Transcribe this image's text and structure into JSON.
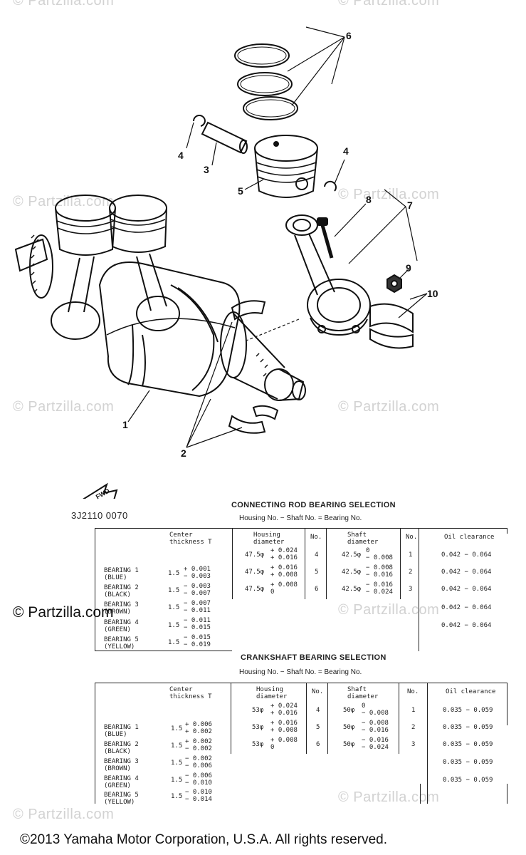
{
  "watermarks": {
    "text": "© Partzilla.com",
    "main_text": "© Partzilla.com"
  },
  "callouts": {
    "c1": "1",
    "c2": "2",
    "c3": "3",
    "c4a": "4",
    "c4b": "4",
    "c5": "5",
    "c6": "6",
    "c7": "7",
    "c8": "8",
    "c9": "9",
    "c10": "10"
  },
  "fwd_label": "FWD",
  "diagram_code": "3J2110 0070",
  "rod_table": {
    "title": "CONNECTING ROD BEARING SELECTION",
    "subtitle": "Housing No. − Shaft No. = Bearing No.",
    "headers": {
      "center": "Center\nthickness T",
      "housing": "Housing\ndiameter",
      "no1": "No.",
      "shaft": "Shaft\ndiameter",
      "no2": "No.",
      "oil": "Oil clearance"
    },
    "housing_rows": [
      {
        "dia": "47.5φ",
        "tol": "+ 0.024\n+ 0.016",
        "no": "4"
      },
      {
        "dia": "47.5φ",
        "tol": "+ 0.016\n+ 0.008",
        "no": "5"
      },
      {
        "dia": "47.5φ",
        "tol": "+ 0.008\n0",
        "no": "6"
      }
    ],
    "shaft_rows": [
      {
        "dia": "42.5φ",
        "tol": "0\n− 0.008",
        "no": "1"
      },
      {
        "dia": "42.5φ",
        "tol": "− 0.008\n− 0.016",
        "no": "2"
      },
      {
        "dia": "42.5φ",
        "tol": "− 0.016\n− 0.024",
        "no": "3"
      }
    ],
    "bearings": [
      {
        "name": "BEARING 1\n(BLUE)",
        "t": "1.5",
        "tol": "+ 0.001\n− 0.003"
      },
      {
        "name": "BEARING 2\n(BLACK)",
        "t": "1.5",
        "tol": "− 0.003\n− 0.007"
      },
      {
        "name": "BEARING 3\n(BROWN)",
        "t": "1.5",
        "tol": "− 0.007\n− 0.011"
      },
      {
        "name": "BEARING 4\n(GREEN)",
        "t": "1.5",
        "tol": "− 0.011\n− 0.015"
      },
      {
        "name": "BEARING 5\n(YELLOW)",
        "t": "1.5",
        "tol": "− 0.015\n− 0.019"
      }
    ],
    "oil": [
      "0.042 − 0.064",
      "0.042 − 0.064",
      "0.042 − 0.064",
      "0.042 − 0.064",
      "0.042 − 0.064"
    ]
  },
  "crank_table": {
    "title": "CRANKSHAFT BEARING SELECTION",
    "subtitle": "Housing No. − Shaft No. = Bearing No.",
    "headers": {
      "center": "Center\nthickness T",
      "housing": "Housing\ndiameter",
      "no1": "No.",
      "shaft": "Shaft\ndiameter",
      "no2": "No.",
      "oil": "Oil clearance"
    },
    "housing_rows": [
      {
        "dia": "53φ",
        "tol": "+ 0.024\n+ 0.016",
        "no": "4"
      },
      {
        "dia": "53φ",
        "tol": "+ 0.016\n+ 0.008",
        "no": "5"
      },
      {
        "dia": "53φ",
        "tol": "+ 0.008\n0",
        "no": "6"
      }
    ],
    "shaft_rows": [
      {
        "dia": "50φ",
        "tol": "0\n− 0.008",
        "no": "1"
      },
      {
        "dia": "50φ",
        "tol": "− 0.008\n− 0.016",
        "no": "2"
      },
      {
        "dia": "50φ",
        "tol": "− 0.016\n− 0.024",
        "no": "3"
      }
    ],
    "bearings": [
      {
        "name": "BEARING 1\n(BLUE)",
        "t": "1.5",
        "tol": "+ 0.006\n+ 0.002"
      },
      {
        "name": "BEARING 2\n(BLACK)",
        "t": "1.5",
        "tol": "+ 0.002\n− 0.002"
      },
      {
        "name": "BEARING 3\n(BROWN)",
        "t": "1.5",
        "tol": "− 0.002\n− 0.006"
      },
      {
        "name": "BEARING 4\n(GREEN)",
        "t": "1.5",
        "tol": "− 0.006\n− 0.010"
      },
      {
        "name": "BEARING 5\n(YELLOW)",
        "t": "1.5",
        "tol": "− 0.010\n− 0.014"
      }
    ],
    "oil": [
      "0.035 − 0.059",
      "0.035 − 0.059",
      "0.035 − 0.059",
      "0.035 − 0.059",
      "0.035 − 0.059"
    ]
  },
  "partzilla_label": "© Partzilla.com",
  "copyright": "©2013  Yamaha Motor Corporation, U.S.A. All rights reserved."
}
